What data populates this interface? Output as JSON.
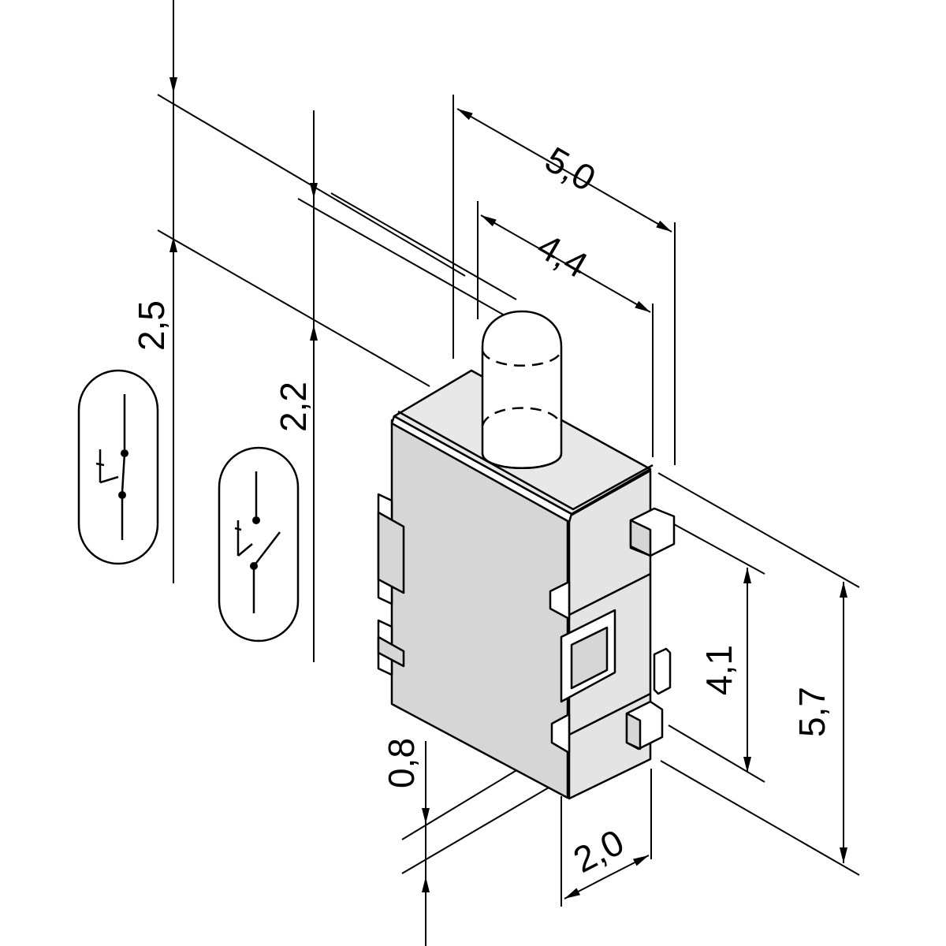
{
  "dimensions": {
    "width_total": "5,0",
    "width_inner": "4,4",
    "height_total": "2,5",
    "height_inner": "2,2",
    "side_total": "5,7",
    "side_inner": "4,1",
    "base_depth": "2,0",
    "foot_height": "0,8"
  },
  "symbols": [
    {
      "name": "normally-open-contact-symbol"
    },
    {
      "name": "normally-closed-contact-symbol"
    }
  ],
  "colors": {
    "line": "#000000",
    "body_fill": "#d6d6d6",
    "background": "#ffffff"
  }
}
